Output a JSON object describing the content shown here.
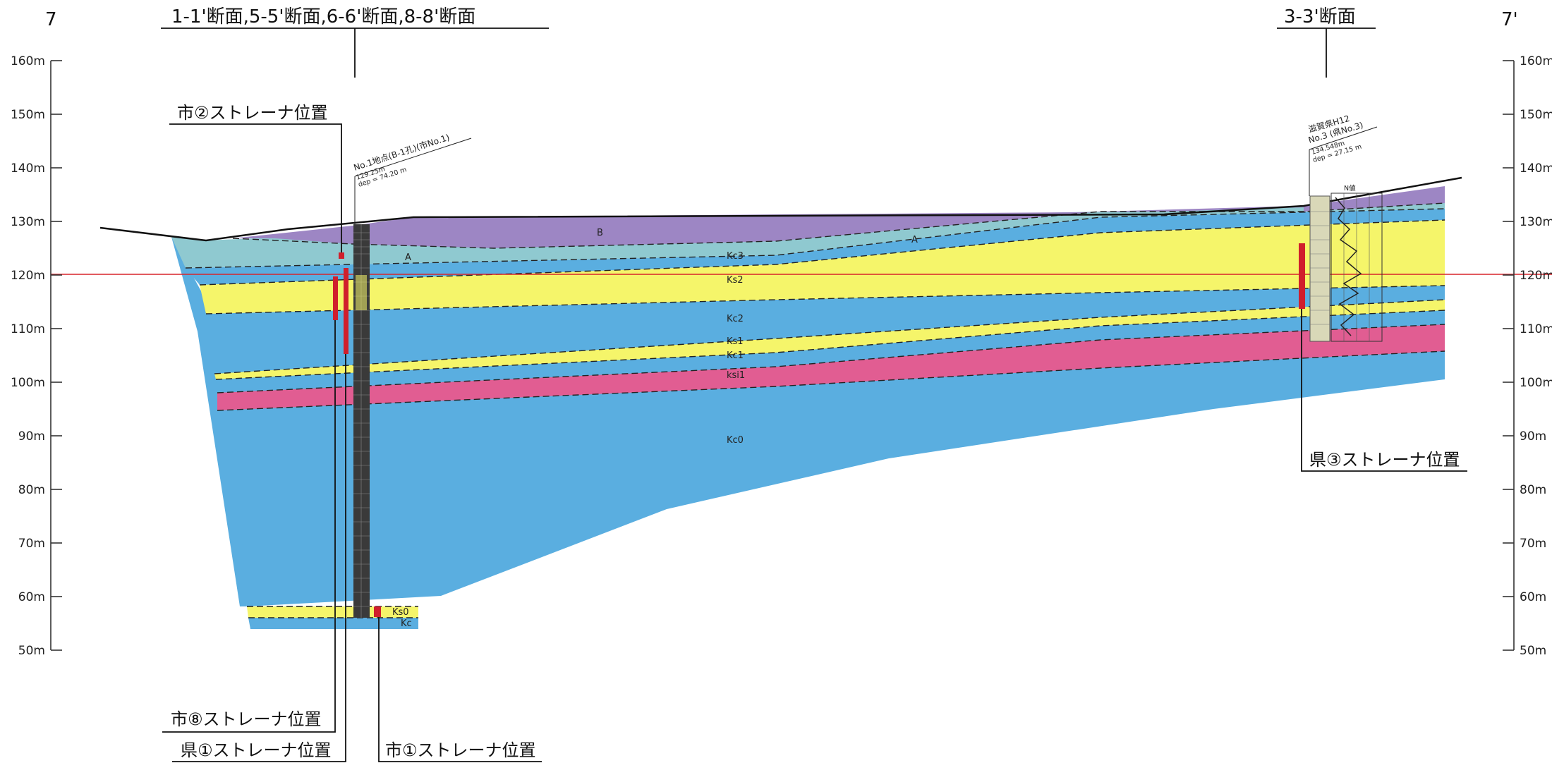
{
  "section_ends": {
    "left": "7",
    "right": "7'"
  },
  "section_headers": {
    "left": "1-1'断面,5-5'断面,6-6'断面,8-8'断面",
    "right": "3-3'断面"
  },
  "elevation_axis": {
    "ticks": [
      "160m",
      "150m",
      "140m",
      "130m",
      "120m",
      "110m",
      "100m",
      "90m",
      "80m",
      "70m",
      "60m",
      "50m"
    ],
    "range_m": [
      50,
      160
    ]
  },
  "reference_line": {
    "elevation_m": 120,
    "color": "#d8232a"
  },
  "layers": [
    {
      "code": "B",
      "color": "#9d86c4"
    },
    {
      "code": "A",
      "color": "#8fc9d0"
    },
    {
      "code": "Kc3",
      "color": "#5aaee0"
    },
    {
      "code": "Ks2",
      "color": "#f5f56a"
    },
    {
      "code": "Kc2",
      "color": "#5aaee0"
    },
    {
      "code": "Ks1",
      "color": "#f5f56a"
    },
    {
      "code": "Kc1",
      "color": "#5aaee0"
    },
    {
      "code": "ksi1",
      "color": "#e15d92"
    },
    {
      "code": "Kc0",
      "color": "#5aaee0"
    },
    {
      "code": "Ks0",
      "color": "#f5f56a"
    },
    {
      "code": "Kc",
      "color": "#5aaee0"
    }
  ],
  "boreholes": [
    {
      "id": "left",
      "name": "No.1地点(B-1孔)(市No.1)",
      "elevation": "129.25m",
      "depth": "dep = 74.20 m"
    },
    {
      "id": "right",
      "name1": "滋賀県H12",
      "name2": "No.3 (県No.3)",
      "elevation": "134.548m",
      "depth": "dep = 27.15 m",
      "nvalue_label": "N値"
    }
  ],
  "strainer_callouts": [
    {
      "id": "city2",
      "label": "市②ストレーナ位置"
    },
    {
      "id": "city8",
      "label": "市⑧ストレーナ位置"
    },
    {
      "id": "pref1",
      "label": "県①ストレーナ位置"
    },
    {
      "id": "city1",
      "label": "市①ストレーナ位置"
    },
    {
      "id": "pref3",
      "label": "県③ストレーナ位置"
    }
  ],
  "colors": {
    "strainer": "#d01f2c",
    "ground_line": "#111111"
  }
}
